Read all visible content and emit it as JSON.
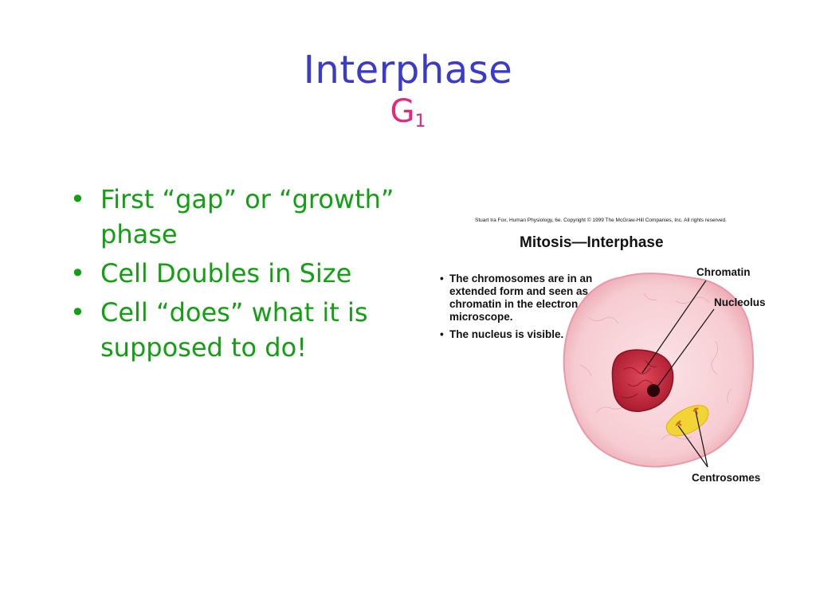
{
  "title": "Interphase",
  "subtitle": {
    "letter": "G",
    "subscript": "1"
  },
  "bullets": [
    "First “gap” or “growth” phase",
    "Cell Doubles in Size",
    "Cell “does” what it is supposed to do!"
  ],
  "figure": {
    "credit": "Stuart Ira Fox, Human Physiology, 6e. Copyright © 1999 The McGraw-Hill Companies, Inc.  All rights reserved.",
    "title": "Mitosis—Interphase",
    "notes": [
      "The chromosomes are in an extended form and seen as chromatin in the electron microscope.",
      "The nucleus is visible."
    ],
    "labels": {
      "chromatin": "Chromatin",
      "nucleolus": "Nucleolus",
      "centrosomes": "Centrosomes"
    }
  },
  "colors": {
    "title": "#3a3acc",
    "subtitle": "#e8267a",
    "bullets": "#11a011"
  }
}
